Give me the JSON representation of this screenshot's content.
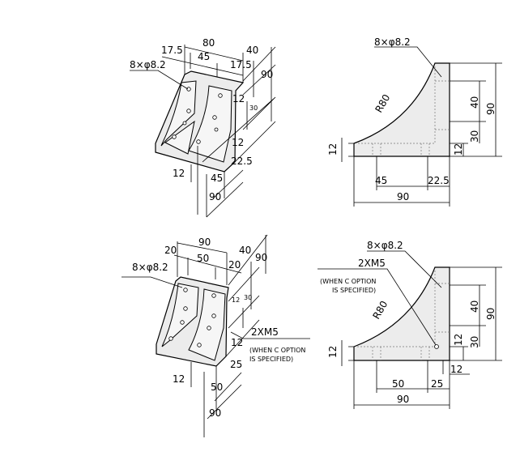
{
  "view_a_iso": {
    "holes": "8×φ8.2",
    "d_17_5_left": "17.5",
    "d_80": "80",
    "d_45": "45",
    "d_17_5_right": "17.5",
    "d_40": "40",
    "d_90_h": "90",
    "d_12_top": "12",
    "d_30": "30",
    "d_12_mid": "12",
    "d_22_5": "22.5",
    "d_12_base": "12",
    "d_45_b": "45",
    "d_90_b": "90"
  },
  "view_a_side": {
    "holes": "8×φ8.2",
    "radius": "R80",
    "d_40": "40",
    "d_90": "90",
    "d_30": "30",
    "d_12_v": "12",
    "d_12_base": "12",
    "d_45": "45",
    "d_22_5": "22.5",
    "d_90_b": "90"
  },
  "view_b_iso": {
    "holes": "8×φ8.2",
    "d_20_left": "20",
    "d_90": "90",
    "d_50": "50",
    "d_20_right": "20",
    "d_40": "40",
    "d_90_h": "90",
    "d_12_top": "12",
    "d_30": "30",
    "tap": "2XM5",
    "note_1": "(WHEN C OPTION",
    "note_2": "IS SPECIFIED)",
    "d_12_mid": "12",
    "d_25": "25",
    "d_12_base": "12",
    "d_50_b": "50",
    "d_90_b": "90"
  },
  "view_b_side": {
    "holes": "8×φ8.2",
    "tap": "2XM5",
    "note_1": "(WHEN C OPTION",
    "note_2": "IS SPECIFIED)",
    "radius": "R80",
    "d_40": "40",
    "d_90": "90",
    "d_12_v": "12",
    "d_30": "30",
    "d_12_base": "12",
    "d_12_h": "12",
    "d_50": "50",
    "d_25": "25",
    "d_90_b": "90"
  }
}
